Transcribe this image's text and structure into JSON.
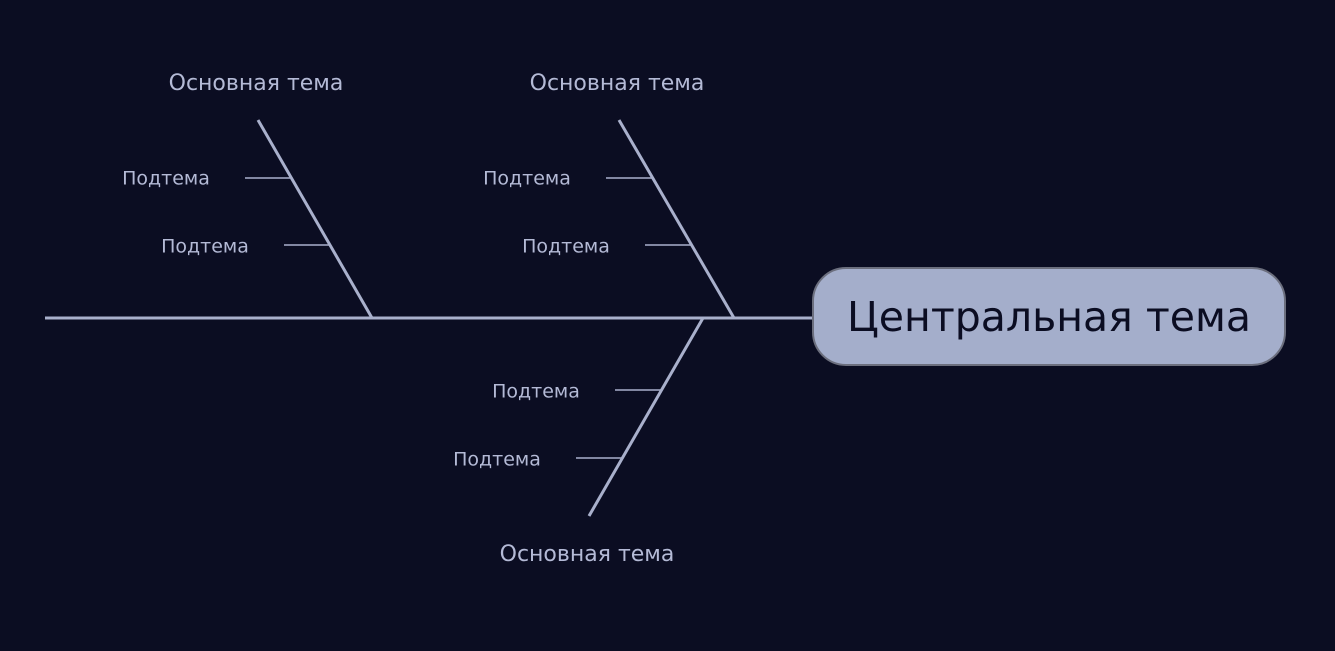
{
  "diagram": {
    "type": "fishbone",
    "colors": {
      "background": "#0b0d22",
      "line": "#a9b0cc",
      "central_fill": "#a4aecb",
      "central_text": "#0b0d22",
      "label_text": "#b4bad6"
    },
    "central_topic": "Центральная тема",
    "branches": [
      {
        "label": "Основная тема",
        "subtopics": [
          "Подтема",
          "Подтема"
        ]
      },
      {
        "label": "Основная тема",
        "subtopics": [
          "Подтема",
          "Подтема"
        ]
      },
      {
        "label": "Основная тема",
        "subtopics": [
          "Подтема",
          "Подтема"
        ]
      }
    ]
  }
}
